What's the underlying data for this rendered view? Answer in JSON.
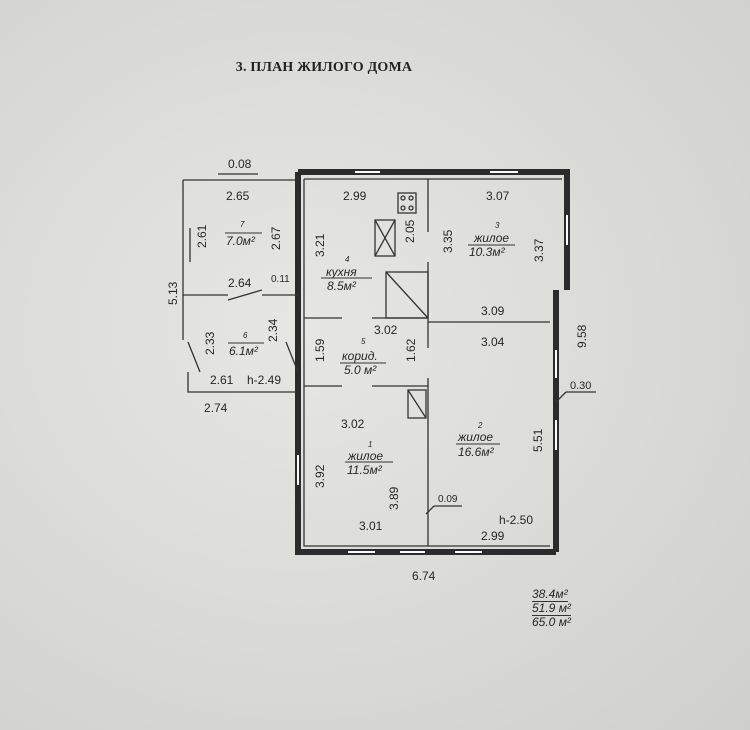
{
  "title": "3. ПЛАН ЖИЛОГО ДОМА",
  "rooms": [
    {
      "number": "1",
      "name": "жилое",
      "area": "11.5м²"
    },
    {
      "number": "2",
      "name": "жилое",
      "area": "16.6м²"
    },
    {
      "number": "3",
      "name": "жилое",
      "area": "10.3м²"
    },
    {
      "number": "4",
      "name": "кухня",
      "area": "8.5м²"
    },
    {
      "number": "5",
      "name": "корид.",
      "area": "5.0 м²"
    },
    {
      "number": "6",
      "area": "6.1м²"
    },
    {
      "number": "7",
      "area": "7.0м²"
    }
  ],
  "dimensions": {
    "ext_top": "0.08",
    "r7_top": "2.65",
    "r7_left": "2.61",
    "r7_right": "2.67",
    "ext_left_total": "5.13",
    "r7_bottom": "2.64",
    "ext_small": "0.11",
    "r6_left": "2.33",
    "r6_right": "2.34",
    "r6_bottom": "2.61",
    "r6_h": "h-2.49",
    "ext_bottom": "2.74",
    "kitchen_top": "2.99",
    "kitchen_left": "3.21",
    "kitchen_inner": "2.05",
    "kitchen_right": "3.35",
    "kitchen_bottom": "3.02",
    "corr_left": "1.59",
    "corr_right": "1.62",
    "r3_top": "3.07",
    "r3_right": "3.37",
    "r3_bottom": "3.09",
    "r2_top": "3.04",
    "r2_right": "5.51",
    "house_right": "9.58",
    "wall_thick": "0.30",
    "r1_top": "3.02",
    "r1_left": "3.92",
    "r1_right": "3.89",
    "r1_bottom": "3.01",
    "partition": "0.09",
    "r2_h": "h-2.50",
    "r2_bottom": "2.99",
    "house_bottom": "6.74"
  },
  "totals": {
    "living": "38.4м²",
    "useful": "51.9 м²",
    "total": "65.0 м²"
  }
}
